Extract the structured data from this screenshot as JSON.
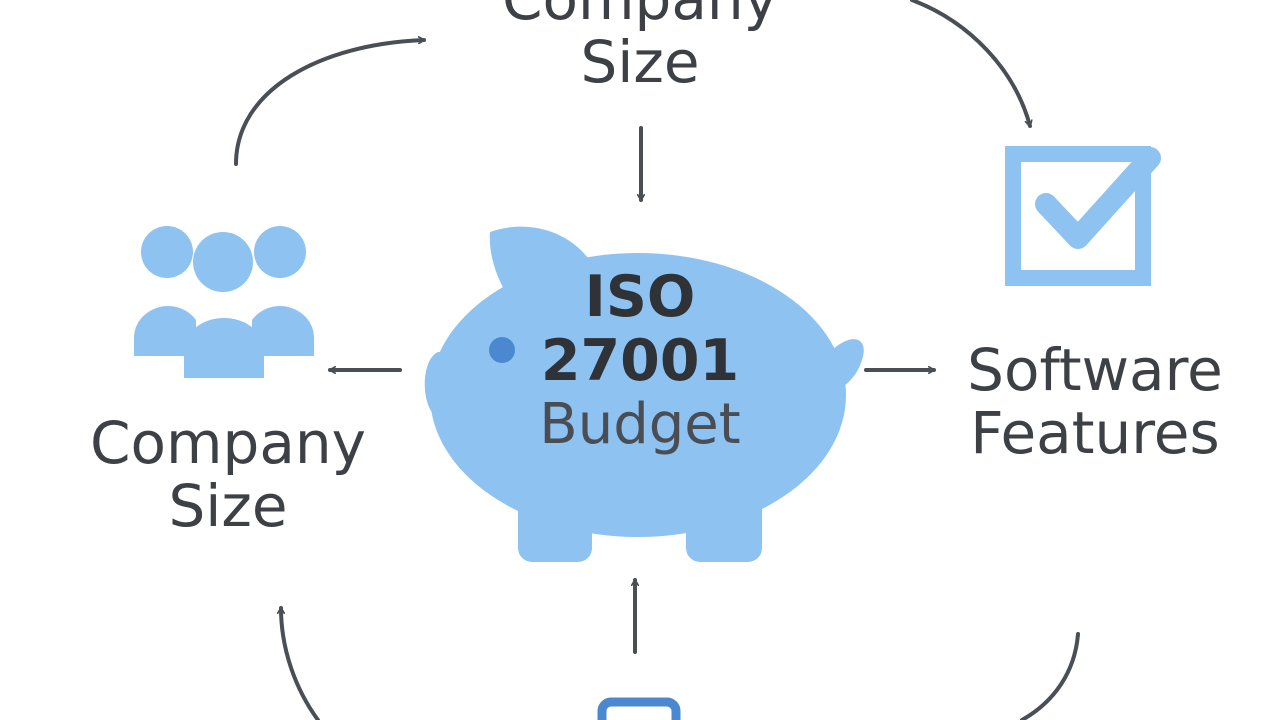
{
  "nodes": {
    "top": {
      "line1": "Company",
      "line2": "Size"
    },
    "left": {
      "line1": "Company",
      "line2": "Size"
    },
    "right": {
      "line1": "Software",
      "line2": "Features"
    },
    "center": {
      "line1": "ISO",
      "line2": "27001",
      "line3": "Budget"
    }
  },
  "icons": {
    "center": "piggy-bank-icon",
    "left": "people-group-icon",
    "right": "checkbox-check-icon",
    "bottom": "device-icon"
  },
  "colors": {
    "icon_fill": "#8ec2f1",
    "icon_dark": "#4a88d0",
    "arrow": "#4a4e55",
    "text": "#3d4146"
  }
}
